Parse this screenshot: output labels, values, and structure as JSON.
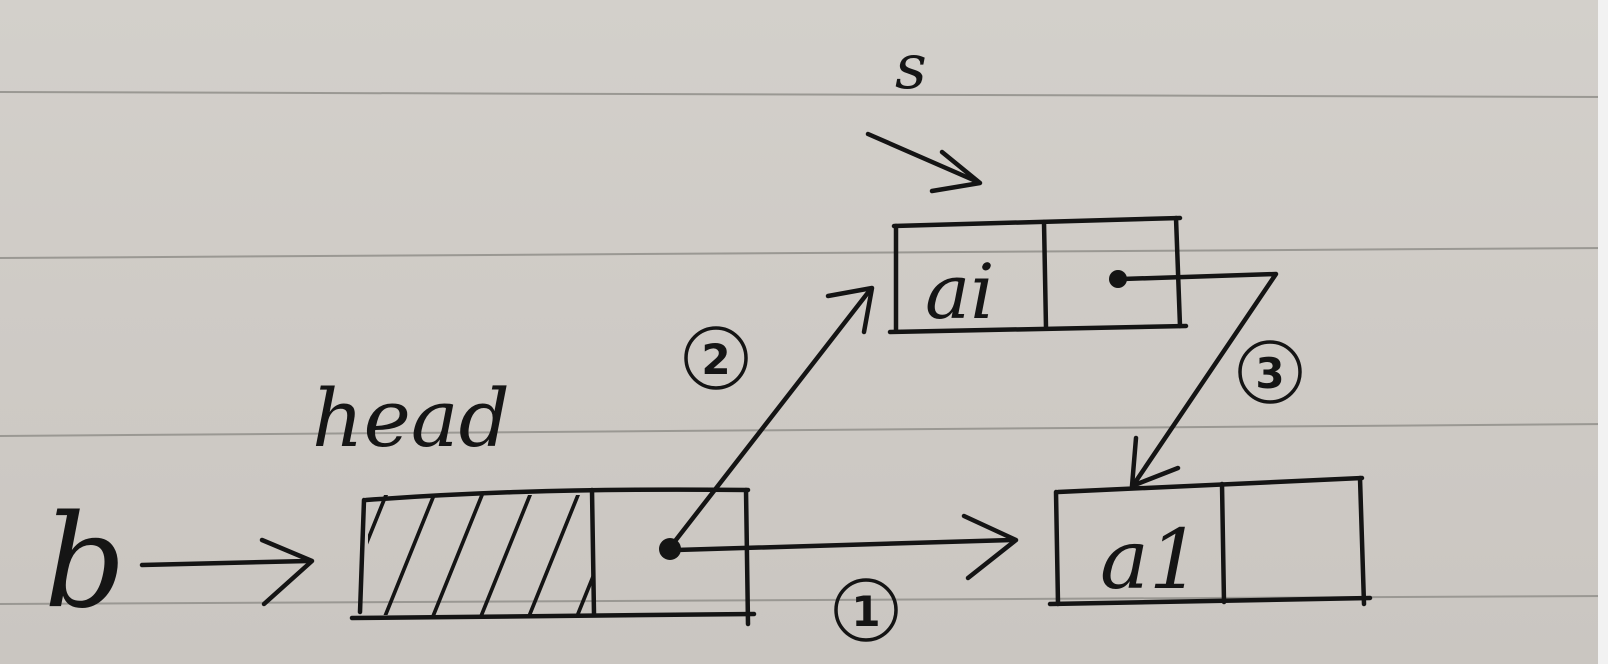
{
  "diagram": {
    "labels": {
      "s": "s",
      "head": "head",
      "b": "b"
    },
    "nodes": {
      "new_node": {
        "data": "ai"
      },
      "first_node": {
        "data": "a1"
      }
    },
    "steps": {
      "step1": "1",
      "step2": "2",
      "step3": "3"
    }
  },
  "colors": {
    "paper": "#cfccc7",
    "ink": "#141414",
    "rule": "#9a9893"
  }
}
